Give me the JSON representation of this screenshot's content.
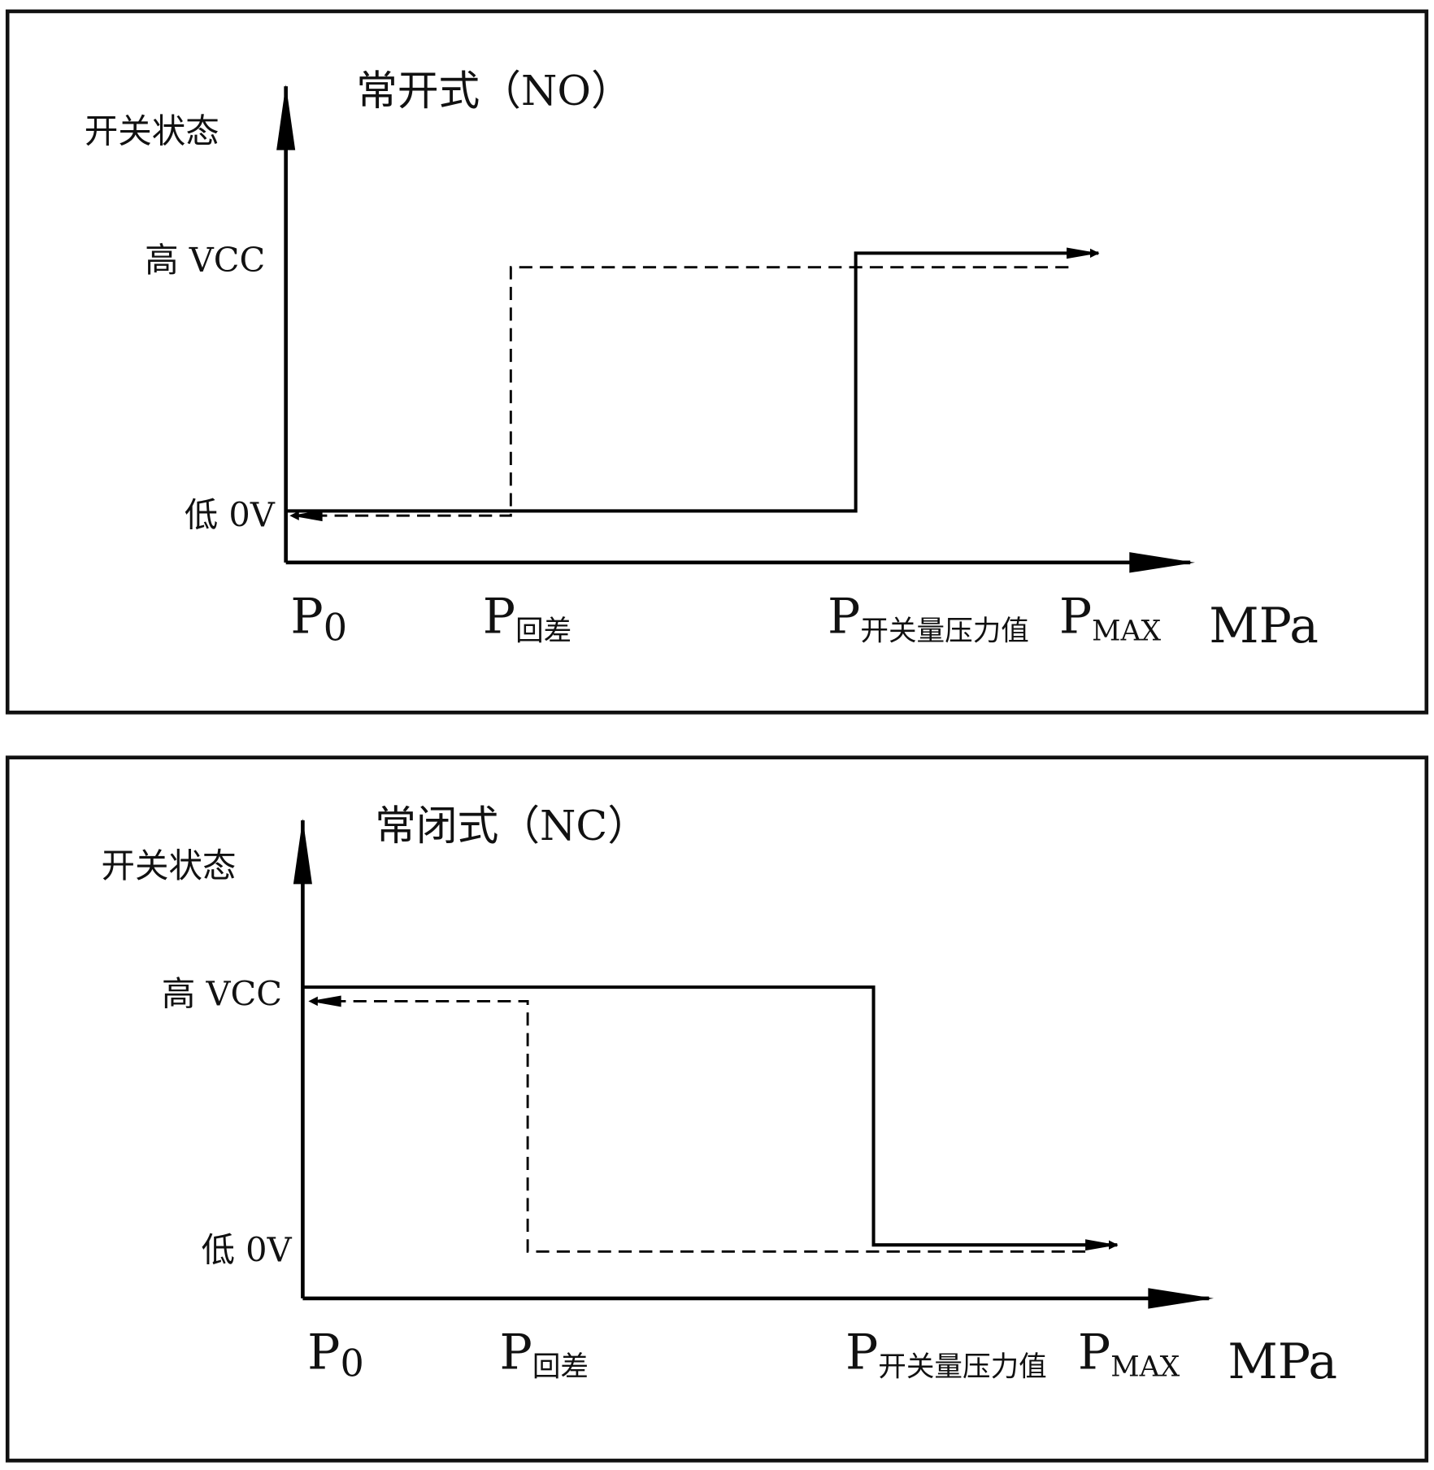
{
  "chart_data": [
    {
      "type": "line",
      "title": "常开式（NO）",
      "ylabel": "开关状态",
      "xlabel": "MPa",
      "y_ticks": [
        "高 VCC",
        "低 0V"
      ],
      "x_ticks": [
        {
          "main": "P",
          "sub": "0"
        },
        {
          "main": "P",
          "sub": "回差"
        },
        {
          "main": "P",
          "sub": "开关量压力值"
        },
        {
          "main": "P",
          "sub": "MAX"
        }
      ],
      "series": [
        {
          "name": "pressure rising (solid)",
          "style": "solid",
          "direction": "right",
          "x": [
            0,
            2,
            2,
            3
          ],
          "y": [
            "low",
            "low",
            "high",
            "high"
          ]
        },
        {
          "name": "pressure falling (dashed)",
          "style": "dashed",
          "direction": "left",
          "x": [
            3,
            1,
            1,
            0
          ],
          "y": [
            "high",
            "high",
            "low",
            "low"
          ]
        }
      ]
    },
    {
      "type": "line",
      "title": "常闭式（NC）",
      "ylabel": "开关状态",
      "xlabel": "MPa",
      "y_ticks": [
        "高 VCC",
        "低 0V"
      ],
      "x_ticks": [
        {
          "main": "P",
          "sub": "0"
        },
        {
          "main": "P",
          "sub": "回差"
        },
        {
          "main": "P",
          "sub": "开关量压力值"
        },
        {
          "main": "P",
          "sub": "MAX"
        }
      ],
      "series": [
        {
          "name": "pressure rising (solid)",
          "style": "solid",
          "direction": "right",
          "x": [
            0,
            2,
            2,
            3
          ],
          "y": [
            "high",
            "high",
            "low",
            "low"
          ]
        },
        {
          "name": "pressure falling (dashed)",
          "style": "dashed",
          "direction": "left",
          "x": [
            3,
            1,
            1,
            0
          ],
          "y": [
            "low",
            "low",
            "high",
            "high"
          ]
        }
      ]
    }
  ]
}
